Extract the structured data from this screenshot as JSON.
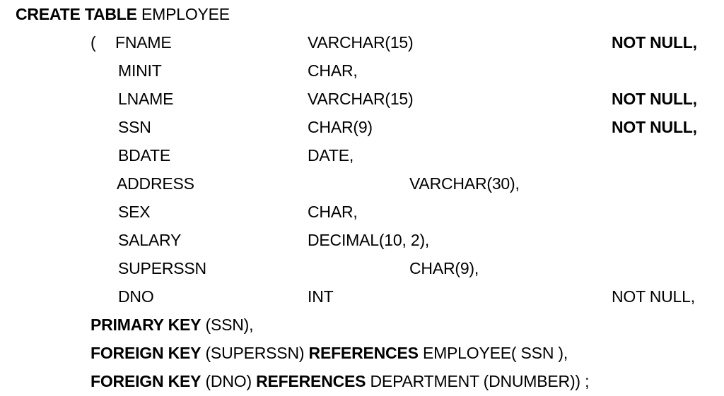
{
  "header": {
    "keyword": "CREATE TABLE",
    "table_name": "EMPLOYEE"
  },
  "open_paren": "(",
  "columns": [
    {
      "name": "FNAME",
      "type": "VARCHAR(15)",
      "constraint": "NOT NULL,"
    },
    {
      "name": "MINIT",
      "type": "CHAR,",
      "constraint": ""
    },
    {
      "name": "LNAME",
      "type": "VARCHAR(15)",
      "constraint": "NOT NULL,"
    },
    {
      "name": "SSN",
      "type": "CHAR(9)",
      "constraint": "NOT NULL,"
    },
    {
      "name": "BDATE",
      "type": "DATE,",
      "constraint": ""
    },
    {
      "name": "ADDRESS",
      "type": "VARCHAR(30),",
      "constraint": ""
    },
    {
      "name": "SEX",
      "type": "CHAR,",
      "constraint": ""
    },
    {
      "name": "SALARY",
      "type": "DECIMAL(10, 2),",
      "constraint": ""
    },
    {
      "name": "SUPERSSN",
      "type": "CHAR(9),",
      "constraint": ""
    },
    {
      "name": "DNO",
      "type": "INT",
      "constraint": "NOT NULL,"
    }
  ],
  "primary_key": {
    "keyword": "PRIMARY KEY",
    "rest": "(SSN),"
  },
  "foreign_keys": [
    {
      "keyword": "FOREIGN KEY",
      "column": "(SUPERSSN)",
      "ref_keyword": "REFERENCES",
      "target": "EMPLOYEE( SSN ),"
    },
    {
      "keyword": "FOREIGN KEY",
      "column": "(DNO)",
      "ref_keyword": "REFERENCES",
      "target": "DEPARTMENT (DNUMBER)) ;"
    }
  ]
}
